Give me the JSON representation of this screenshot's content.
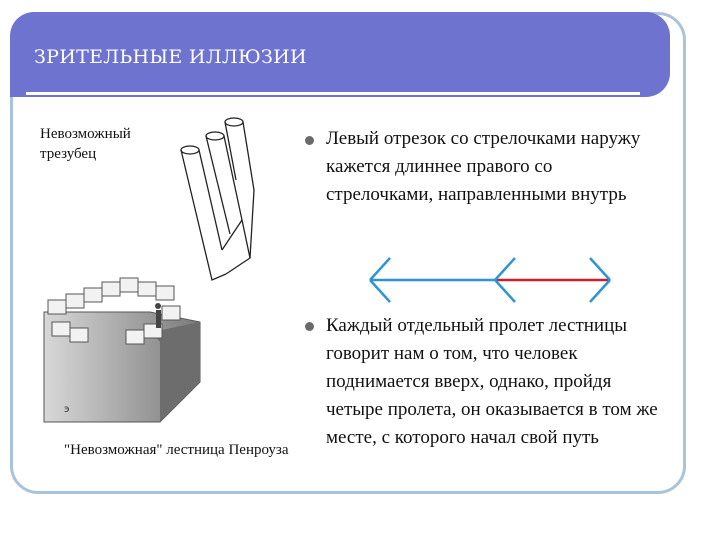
{
  "slide": {
    "title": "ЗРИТЕЛЬНЫЕ ИЛЛЮЗИИ",
    "trident_caption": "Невозможный трезубец",
    "stairs_caption": "\"Невозможная\" лестница Пенроуза",
    "bullets": [
      "Левый отрезок со стрелочками наружу кажется длиннее правого со стрелочками, направленными внутрь",
      "Каждый отдельный пролет лестницы говорит нам о том, что человек поднимается вверх, однако, пройдя четыре пролета, он оказывается в том же месте, с которого начал свой путь"
    ],
    "colors": {
      "title_bg": "#6f73d0",
      "frame": "#a9c4d9",
      "arrow_blue": "#2e95d3",
      "arrow_red": "#c8202e"
    }
  }
}
